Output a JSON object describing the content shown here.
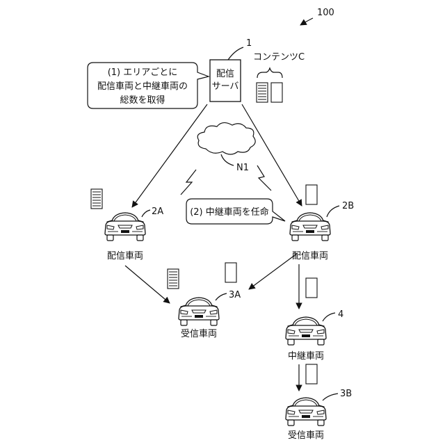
{
  "figure": {
    "ref_number": "100"
  },
  "server": {
    "ref": "1",
    "label_line1": "配信",
    "label_line2": "サーバ"
  },
  "contents": {
    "label": "コンテンツC"
  },
  "network": {
    "ref": "N1"
  },
  "callout_step1": {
    "line1": "(1) エリアごとに",
    "line2": "配信車両と中継車両の",
    "line3": "総数を取得"
  },
  "callout_step2": {
    "text": "(2) 中継車両を任命"
  },
  "vehicles": [
    {
      "id": "2A",
      "ref": "2A",
      "caption": "配信車両"
    },
    {
      "id": "2B",
      "ref": "2B",
      "caption": "配信車両"
    },
    {
      "id": "3A",
      "ref": "3A",
      "caption": "受信車両"
    },
    {
      "id": "4",
      "ref": "4",
      "caption": "中継車両"
    },
    {
      "id": "3B",
      "ref": "3B",
      "caption": "受信車両"
    }
  ]
}
